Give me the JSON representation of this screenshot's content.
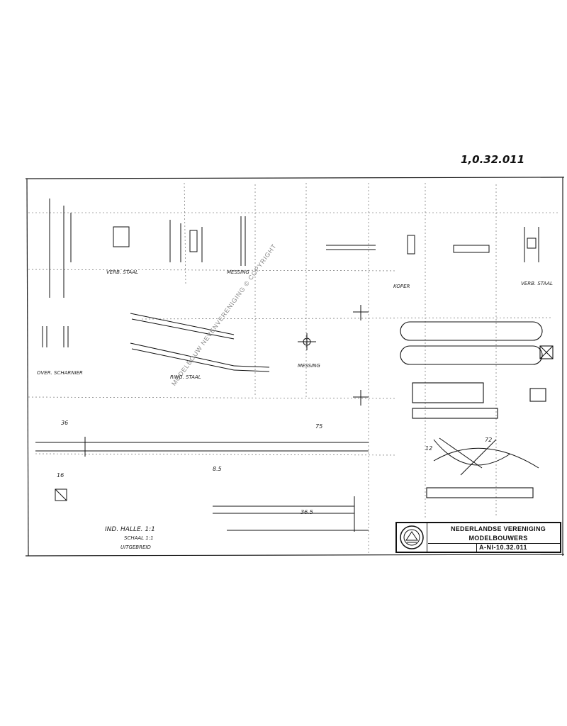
{
  "drawing": {
    "sheet_number_handwritten": "1,0.32.011",
    "watermark": "MODELBOUW NEVENVERENIGING © COPYRIGHT"
  },
  "title_block": {
    "organisation_line1": "NEDERLANDSE VERENIGING",
    "organisation_line2": "MODELBOUWERS",
    "drawing_number": "A-NI-10.32.011",
    "logo": "nvm-seal-icon"
  },
  "notes": {
    "spring_clamp": "VERB. STAAL",
    "stanchion": "MESSING",
    "keel_pin": "KOPER",
    "left_note": "OVER. SCHARNIER",
    "material_1": "RING. STAAL",
    "material_2": "MESSING",
    "plate_note": "VERB. STAAL",
    "bottom_left_1": "IND. HALLE. 1:1",
    "bottom_left_2": "SCHAAL 1:1",
    "bottom_left_3": "UITGEBREID"
  },
  "dimensions": {
    "d1": "8.5",
    "d2": "12",
    "d3": "36",
    "d4": "72",
    "d5": "36.5",
    "d6": "75",
    "d7": "16"
  }
}
